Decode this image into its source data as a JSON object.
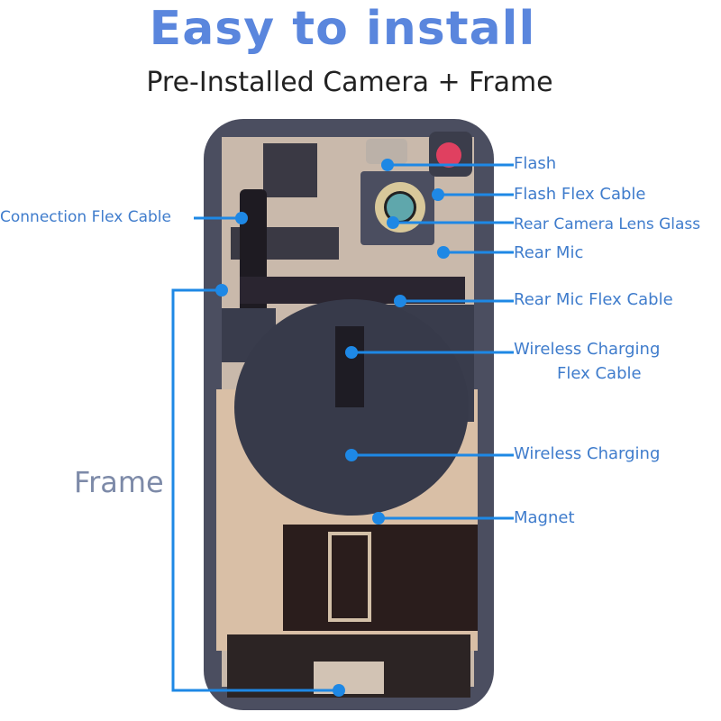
{
  "header": {
    "title": "Easy to install",
    "subtitle": "Pre-Installed Camera + Frame"
  },
  "labels": {
    "flash": "Flash",
    "flash_flex": "Flash Flex Cable",
    "lens_glass": "Rear Camera Lens Glass",
    "rear_mic": "Rear Mic",
    "connection_flex": "Connection Flex Cable",
    "rear_mic_flex": "Rear Mic Flex Cable",
    "wc_flex_1": "Wireless Charging",
    "wc_flex_2": "Flex Cable",
    "wireless_charging": "Wireless Charging",
    "magnet": "Magnet",
    "frame": "Frame"
  },
  "colors": {
    "accent": "#1e88e5",
    "label": "#3f7ccc",
    "title": "#5a86dd"
  }
}
